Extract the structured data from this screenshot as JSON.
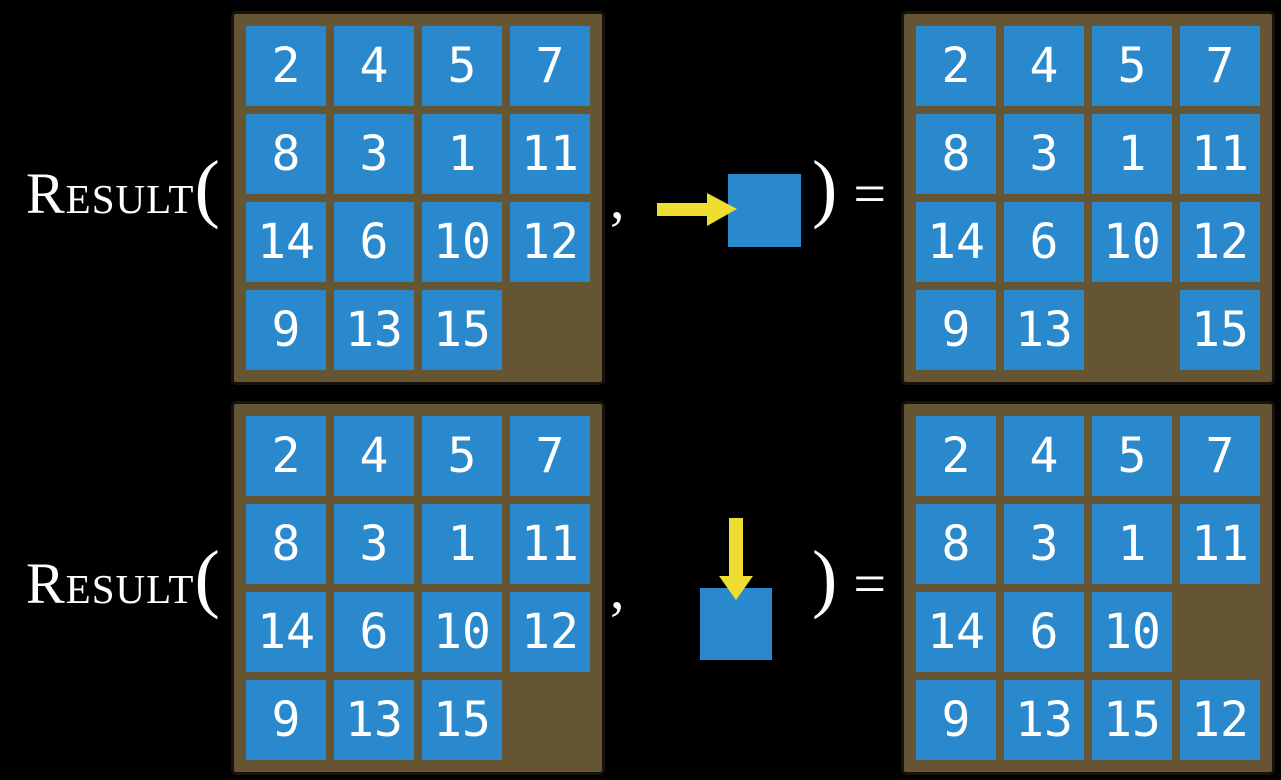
{
  "labels": {
    "function_name": "Result",
    "open_paren": "(",
    "comma": ",",
    "close_paren": ")",
    "equals": "="
  },
  "colors": {
    "background": "#000000",
    "board_brown": "#665532",
    "board_border": "#17120c",
    "tile_blue": "#2a88cc",
    "arrow_yellow": "#f0dd32",
    "text_white": "#ffffff"
  },
  "rows": [
    {
      "name": "move-right",
      "action_direction": "right",
      "input_board": [
        [
          2,
          4,
          5,
          7
        ],
        [
          8,
          3,
          1,
          11
        ],
        [
          14,
          6,
          10,
          12
        ],
        [
          9,
          13,
          15,
          null
        ]
      ],
      "result_board": [
        [
          2,
          4,
          5,
          7
        ],
        [
          8,
          3,
          1,
          11
        ],
        [
          14,
          6,
          10,
          12
        ],
        [
          9,
          13,
          null,
          15
        ]
      ]
    },
    {
      "name": "move-down",
      "action_direction": "down",
      "input_board": [
        [
          2,
          4,
          5,
          7
        ],
        [
          8,
          3,
          1,
          11
        ],
        [
          14,
          6,
          10,
          12
        ],
        [
          9,
          13,
          15,
          null
        ]
      ],
      "result_board": [
        [
          2,
          4,
          5,
          7
        ],
        [
          8,
          3,
          1,
          11
        ],
        [
          14,
          6,
          10,
          null
        ],
        [
          9,
          13,
          15,
          12
        ]
      ]
    }
  ]
}
